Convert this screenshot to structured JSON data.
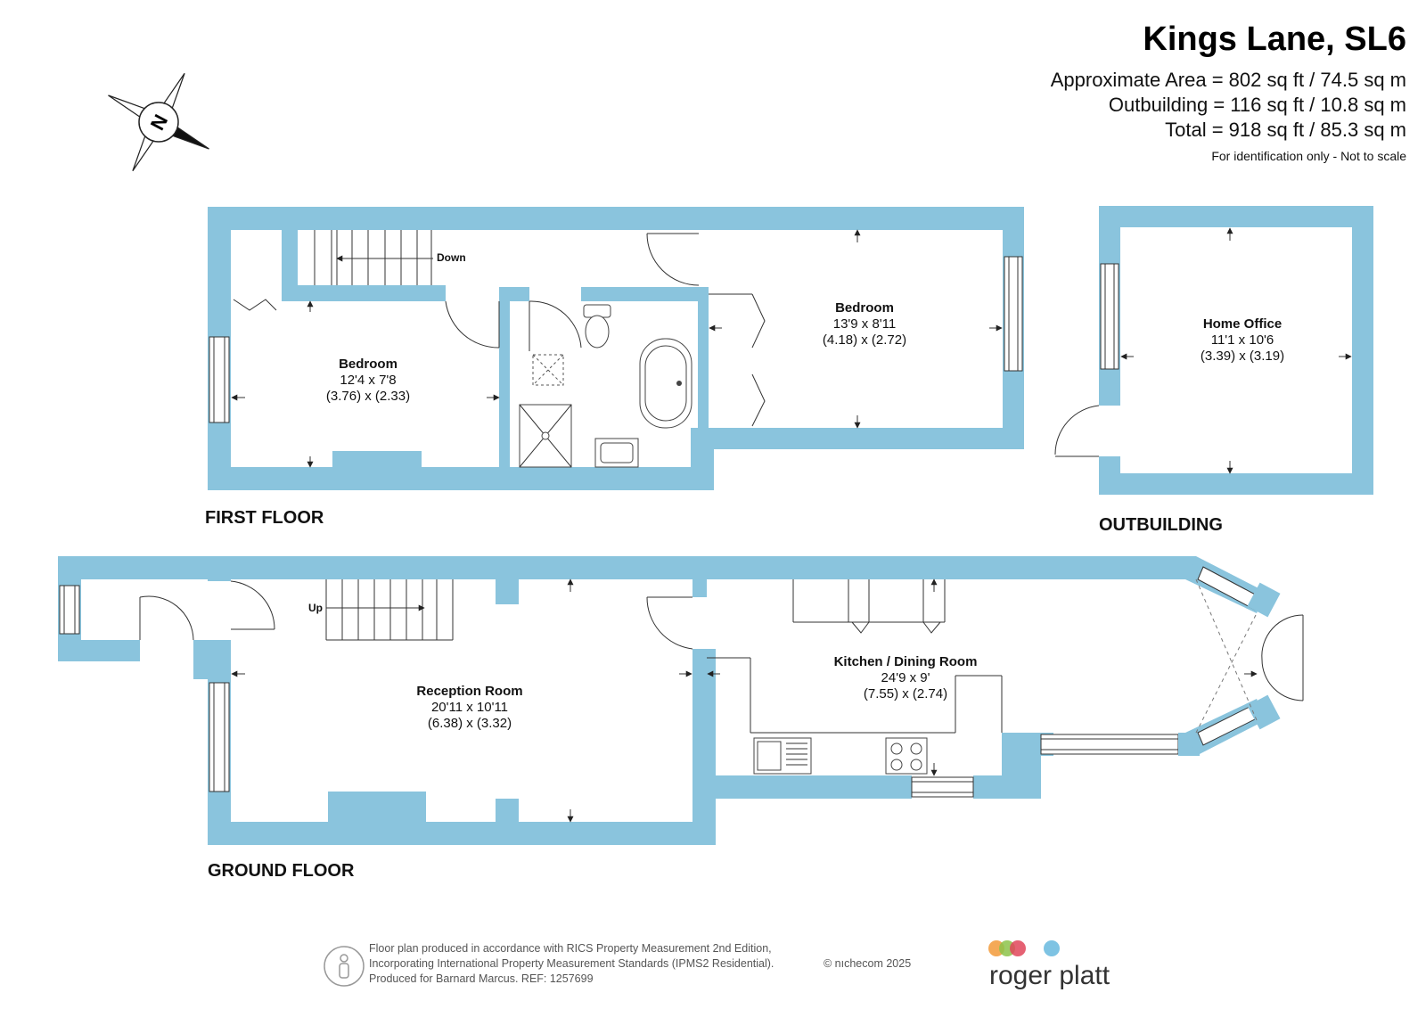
{
  "header": {
    "title": "Kings Lane, SL6",
    "approx_area": "Approximate Area = 802 sq ft / 74.5 sq m",
    "outbuilding_area": "Outbuilding = 116 sq ft / 10.8 sq m",
    "total_area": "Total = 918 sq ft / 85.3 sq m",
    "disclaimer": "For identification only - Not to scale"
  },
  "compass": {
    "letter": "N",
    "icon": "north-compass-icon"
  },
  "floors": {
    "first": "FIRST FLOOR",
    "outbuilding": "OUTBUILDING",
    "ground": "GROUND FLOOR"
  },
  "rooms": {
    "first_bedroom_left": {
      "name": "Bedroom",
      "imperial": "12'4 x 7'8",
      "metric": "(3.76) x (2.33)"
    },
    "first_bedroom_right": {
      "name": "Bedroom",
      "imperial": "13'9 x 8'11",
      "metric": "(4.18) x (2.72)"
    },
    "home_office": {
      "name": "Home Office",
      "imperial": "11'1 x 10'6",
      "metric": "(3.39) x (3.19)"
    },
    "reception": {
      "name": "Reception Room",
      "imperial": "20'11 x 10'11",
      "metric": "(6.38) x (3.32)"
    },
    "kitchen": {
      "name": "Kitchen / Dining Room",
      "imperial": "24'9 x 9'",
      "metric": "(7.55) x (2.74)"
    }
  },
  "stairs": {
    "down": "Down",
    "up": "Up"
  },
  "footer": {
    "line1": "Floor plan produced in accordance with RICS Property Measurement 2nd Edition,",
    "line2": "Incorporating International Property Measurement Standards (IPMS2 Residential).",
    "line3": "Produced for Barnard Marcus.   REF:  1257699",
    "copyright": "© nıchecom 2025",
    "brand": "roger platt"
  },
  "colors": {
    "wall": "#8ac4dd",
    "brand_orange": "#f29a3a",
    "brand_green": "#8cc34a",
    "brand_red": "#e0455a",
    "brand_blue": "#7ec3e3"
  }
}
